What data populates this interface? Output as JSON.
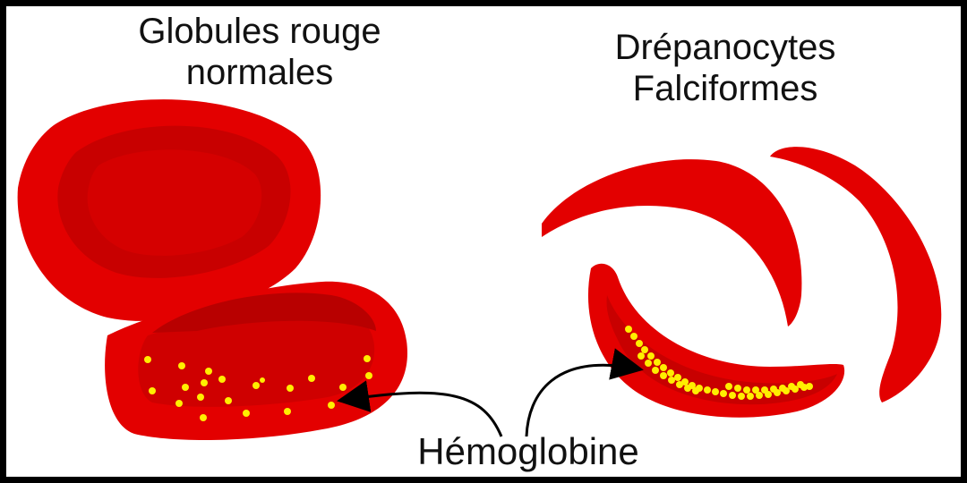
{
  "labels": {
    "normal_line1": "Globules rouge",
    "normal_line2": "normales",
    "sickle_line1": "Drépanocytes",
    "sickle_line2": "Falciformes",
    "hemoglobin": "Hémoglobine"
  },
  "colors": {
    "cell_red": "#e60000",
    "cell_shadow": "#b30000",
    "hemoglobin_yellow": "#ffee00",
    "arrow": "#000000"
  }
}
